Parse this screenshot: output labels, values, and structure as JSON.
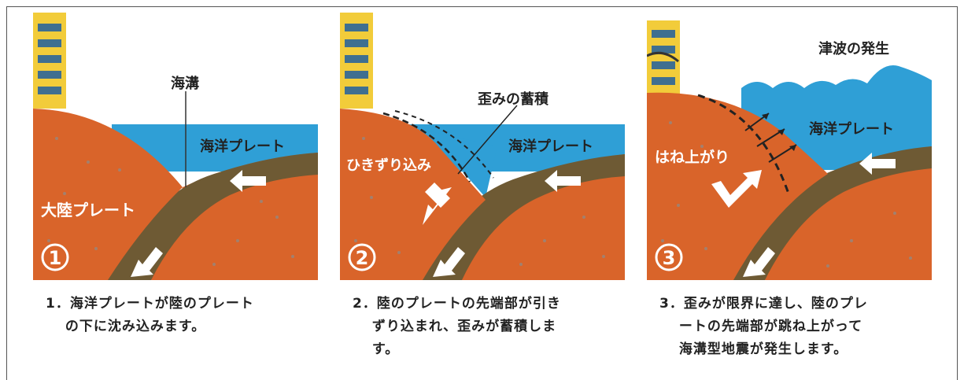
{
  "panels": [
    {
      "number": "①",
      "labels": {
        "trench": "海溝",
        "ocean_plate": "海洋プレート",
        "continental_plate": "大陸プレート"
      },
      "caption": {
        "lines": [
          "1．海洋プレートが陸のプレート",
          "　 の下に沈み込みます。"
        ]
      }
    },
    {
      "number": "②",
      "labels": {
        "strain": "歪みの蓄積",
        "ocean_plate": "海洋プレート",
        "drag": "ひきずり込み"
      },
      "caption": {
        "lines": [
          "2．陸のプレートの先端部が引き",
          "　 ずり込まれ、歪みが蓄積しま",
          "　 す。"
        ]
      }
    },
    {
      "number": "③",
      "labels": {
        "tsunami": "津波の発生",
        "ocean_plate": "海洋プレート",
        "rebound": "はね上がり"
      },
      "caption": {
        "lines": [
          "3．歪みが限界に達し、陸のプレ",
          "　 ートの先端部が跳ね上がって",
          "　 海溝型地震が発生します。"
        ]
      }
    }
  ],
  "colors": {
    "sea": "#2f9fd6",
    "sky": "#ffffff",
    "land": "#d9642a",
    "plate": "#6e5a34",
    "building": "#f2cc3a",
    "window": "#3f6f90"
  }
}
